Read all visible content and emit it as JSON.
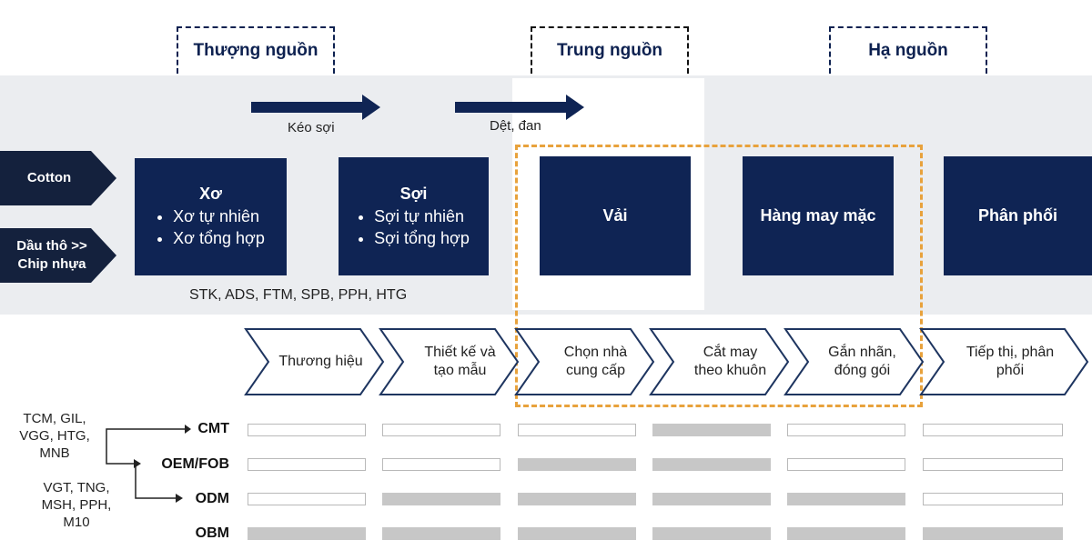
{
  "stages": [
    {
      "label": "Thượng nguồn"
    },
    {
      "label": "Trung nguồn"
    },
    {
      "label": "Hạ nguồn"
    }
  ],
  "process_arrows": [
    {
      "label": "Kéo sợi"
    },
    {
      "label": "Dệt, đan"
    }
  ],
  "inputs": [
    {
      "label": "Cotton"
    },
    {
      "label": "Dầu thô >> Chip nhựa"
    }
  ],
  "boxes": [
    {
      "title": "Xơ",
      "bullets": [
        "Xơ tự nhiên",
        "Xơ tổng hợp"
      ]
    },
    {
      "title": "Sợi",
      "bullets": [
        "Sợi tự nhiên",
        "Sợi tổng hợp"
      ]
    },
    {
      "title": "Vải",
      "bullets": []
    },
    {
      "title": "Hàng may mặc",
      "bullets": []
    },
    {
      "title": "Phân phối",
      "bullets": []
    }
  ],
  "tickers": "STK, ADS, FTM, SPB, PPH, HTG",
  "chevrons": [
    {
      "label": "Thương hiệu"
    },
    {
      "label": "Thiết kế và tạo mẫu"
    },
    {
      "label": "Chọn nhà cung cấp"
    },
    {
      "label": "Cắt may theo khuôn"
    },
    {
      "label": "Gắn nhãn, đóng gói"
    },
    {
      "label": "Tiếp thị, phân phối"
    }
  ],
  "company_groups": [
    {
      "label": "TCM, GIL, VGG, HTG, MNB"
    },
    {
      "label": "VGT, TNG, MSH, PPH, M10"
    }
  ],
  "business_models": [
    {
      "label": "CMT",
      "cells": [
        false,
        false,
        false,
        true,
        false,
        false
      ]
    },
    {
      "label": "OEM/FOB",
      "cells": [
        false,
        false,
        true,
        true,
        false,
        false
      ]
    },
    {
      "label": "ODM",
      "cells": [
        false,
        true,
        true,
        true,
        true,
        false
      ]
    },
    {
      "label": "OBM",
      "cells": [
        true,
        true,
        true,
        true,
        true,
        true
      ]
    }
  ],
  "colors": {
    "navy": "#0f2454",
    "dark_input": "#14213d",
    "highlight_orange": "#e8a23c",
    "bar_filled": "#c7c7c7"
  }
}
